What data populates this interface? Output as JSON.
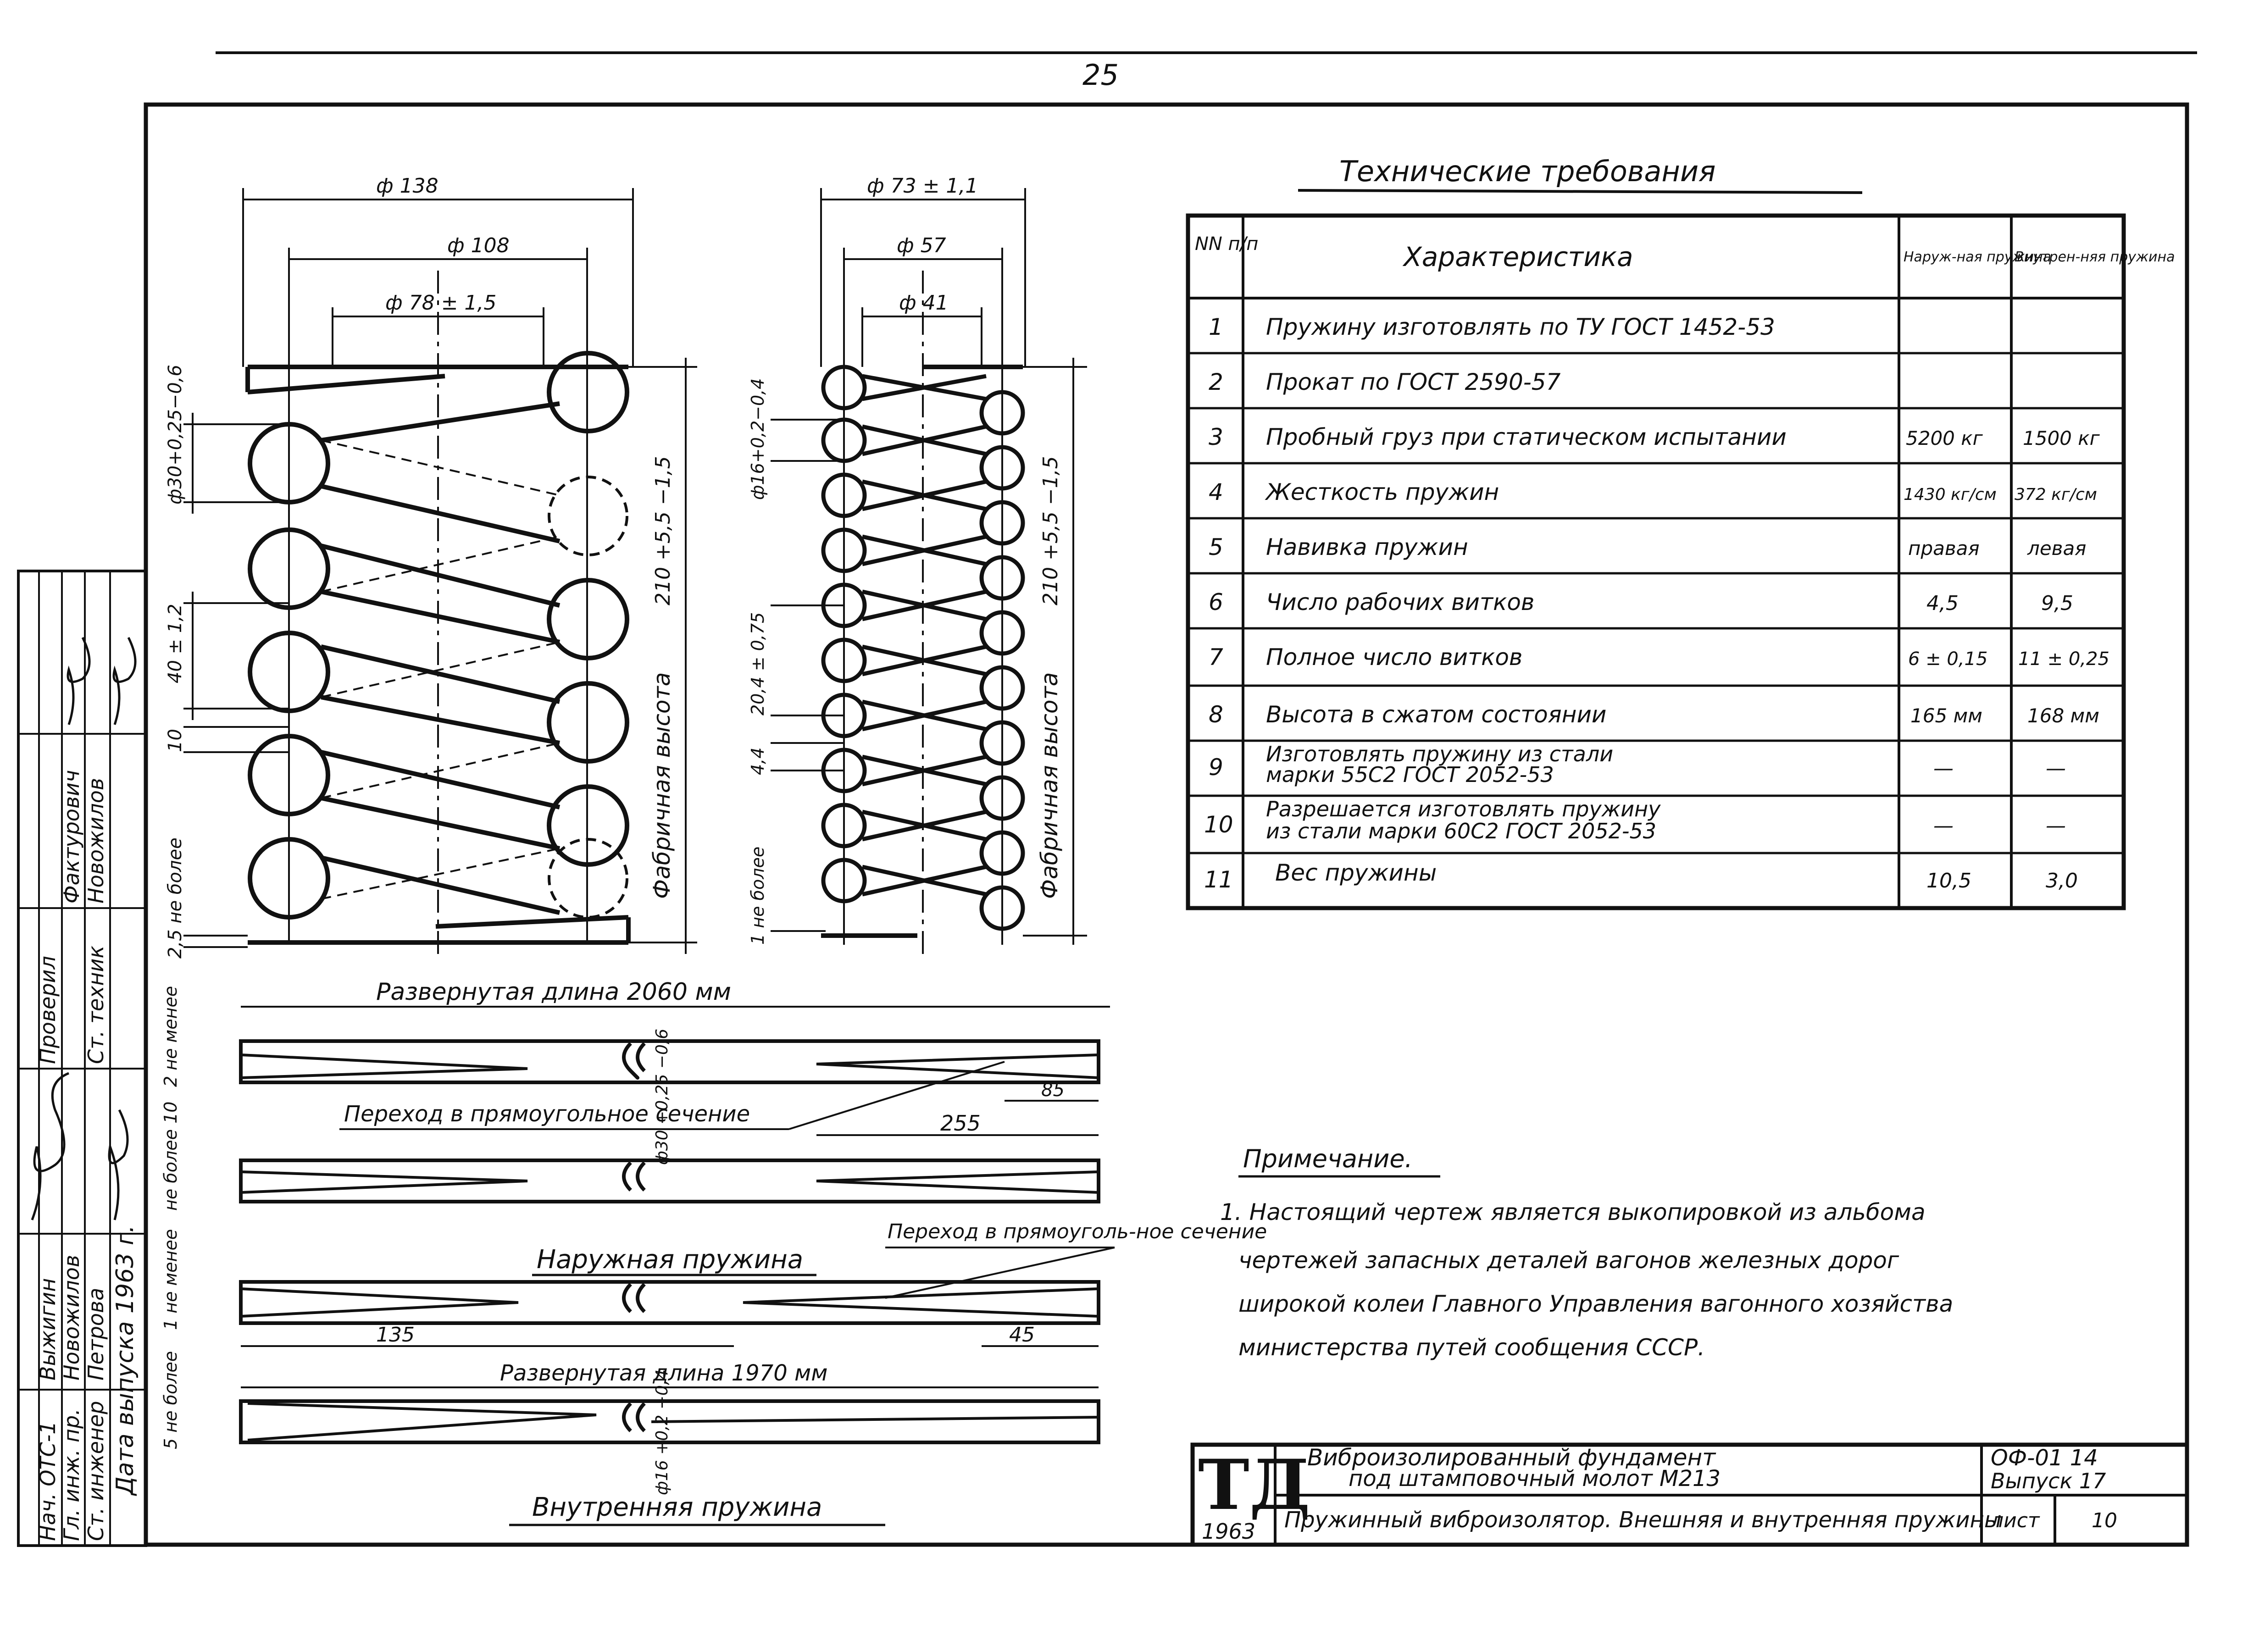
{
  "page": {
    "page_number": "25"
  },
  "outer_spring": {
    "caption": "Наружная пружина",
    "dim_outer": "ф 138",
    "dim_middle": "ф 108",
    "dim_inner": "ф 78 ± 1,5",
    "dim_wire": "ф30+0,25−0,6",
    "dim_pitch": "40 ± 1,2",
    "dim_gap": "10",
    "dim_end_gap": "2,5 не более",
    "height_label": "Фабричная высота",
    "height_value": "210 +5,5 −1,5"
  },
  "inner_spring": {
    "caption": "Внутренняя пружина",
    "dim_outer": "ф 73 ± 1,1",
    "dim_middle": "ф 57",
    "dim_inner": "ф 41",
    "dim_wire": "ф16+0,2−0,4",
    "dim_pitch": "20,4 ± 0,75",
    "dim_gap": "4,4",
    "dim_end_gap": "1 не более",
    "height_label": "Фабричная высота",
    "height_value": "210 +5,5 −1,5"
  },
  "unrolled": {
    "outer_length_label": "Развернутая длина 2060 мм",
    "inner_length_label": "Развернутая длина 1970 мм",
    "transition_1": "Переход в прямоугольное сечение",
    "transition_2": "Переход в прямоуголь-ное сечение",
    "dim_85": "85",
    "dim_255": "255",
    "dim_135": "135",
    "dim_45": "45",
    "dim_wire_outer": "ф30 +0,25 −0,6",
    "dim_wire_inner": "ф16 +0,2 −0,4",
    "side_labels": [
      "2 не менее",
      "не более 10",
      "1 не менее",
      "5 не более"
    ]
  },
  "requirements": {
    "title": "Технические требования",
    "headers": {
      "num": "NN п/п",
      "char": "Характеристика",
      "outer": "Наруж-ная пружина",
      "inner": "Внутрен-няя пружина"
    },
    "rows": [
      {
        "num": "1",
        "text": "Пружину изготовлять по ТУ ГОСТ 1452-53",
        "outer": "",
        "inner": ""
      },
      {
        "num": "2",
        "text": "Прокат по ГОСТ 2590-57",
        "outer": "",
        "inner": ""
      },
      {
        "num": "3",
        "text": "Пробный груз при статическом испытании",
        "outer": "5200 кг",
        "inner": "1500 кг"
      },
      {
        "num": "4",
        "text": "Жесткость пружин",
        "outer": "1430 кг/см",
        "inner": "372 кг/см"
      },
      {
        "num": "5",
        "text": "Навивка пружин",
        "outer": "правая",
        "inner": "левая"
      },
      {
        "num": "6",
        "text": "Число рабочих витков",
        "outer": "4,5",
        "inner": "9,5"
      },
      {
        "num": "7",
        "text": "Полное число витков",
        "outer": "6 ± 0,15",
        "inner": "11 ± 0,25"
      },
      {
        "num": "8",
        "text": "Высота в сжатом состоянии",
        "outer": "165 мм",
        "inner": "168 мм"
      },
      {
        "num": "9",
        "text": "Изготовлять пружину из стали",
        "text2": "марки 55С2 ГОСТ 2052-53",
        "outer": "—",
        "inner": "—"
      },
      {
        "num": "10",
        "text": "Разрешается изготовлять пружину",
        "text2": "из стали марки 60С2 ГОСТ 2052-53",
        "outer": "—",
        "inner": "—"
      },
      {
        "num": "11",
        "text": "Вес пружины",
        "outer": "10,5",
        "inner": "3,0"
      }
    ]
  },
  "note": {
    "title": "Примечание.",
    "lines": [
      "1. Настоящий чертеж является выкопировкой из альбома",
      "чертежей запасных деталей вагонов железных дорог",
      "широкой колеи Главного Управления вагонного хозяйства",
      "министерства путей сообщения СССР."
    ]
  },
  "title_block": {
    "logo": "ТД",
    "year": "1963",
    "line1": "Виброизолированный фундамент",
    "line2": "под штамповочный молот М213",
    "line3": "Пружинный виброизолятор. Внешняя и внутренняя пружины",
    "code": "ОФ-01 14",
    "issue": "Выпуск 17",
    "sheet_label": "лист",
    "sheet_number": "10"
  },
  "stamp": {
    "rows": [
      {
        "role": "Нач. ОТС-1",
        "name": "Выжигин"
      },
      {
        "role": "Гл. инж. пр.",
        "name": "Новожилов"
      },
      {
        "role": "Ст. инженер",
        "name": "Петрова"
      },
      {
        "role": "Ст. техник",
        "name": "Проверил"
      },
      {
        "role": "",
        "name": "Фактурович"
      },
      {
        "role": "",
        "name": "Новожилов"
      }
    ],
    "release_date": "Дата выпуска 1963 г."
  }
}
